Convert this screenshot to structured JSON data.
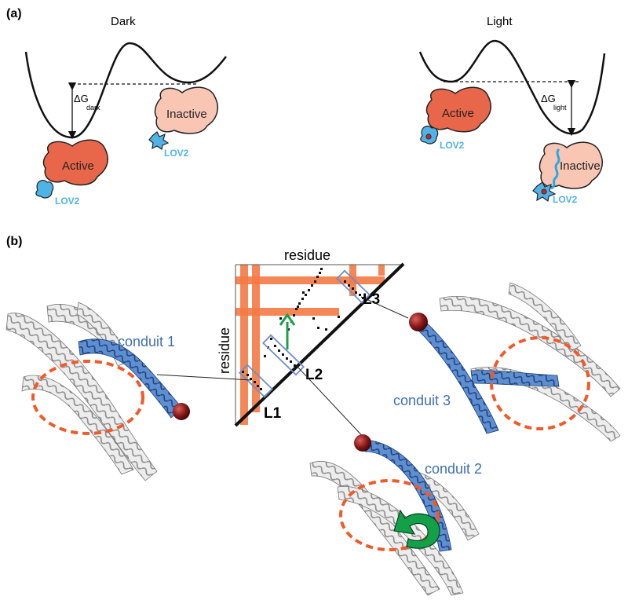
{
  "panel_a": {
    "label": "(a)",
    "dark": {
      "title": "Dark",
      "delta_g": "ΔG",
      "delta_sub": "dark",
      "active": "Active",
      "inactive": "Inactive",
      "lov_active": "LOV2",
      "lov_inactive": "LOV2"
    },
    "light": {
      "title": "Light",
      "delta_g": "ΔG",
      "delta_sub": "light",
      "active": "Active",
      "inactive": "Inactive",
      "lov_active": "LOV2",
      "lov_inactive": "LOV2"
    }
  },
  "panel_b": {
    "label": "(b)",
    "matrix": {
      "x_label": "residue",
      "y_label": "residue",
      "regions": [
        "L1",
        "L2",
        "L3"
      ]
    },
    "conduits": [
      "conduit 1",
      "conduit 2",
      "conduit 3"
    ]
  },
  "colors": {
    "active_fill": "#e8674a",
    "inactive_fill": "#f9c6b4",
    "lov_blue": "#4fb3e6",
    "conduit_blue": "#3f6fb5",
    "highlight_orange": "#f47a45",
    "arrow_green": "#1aa04a",
    "sphere_red": "#8b1a1a",
    "helix_gray": "#d0d0d0"
  }
}
